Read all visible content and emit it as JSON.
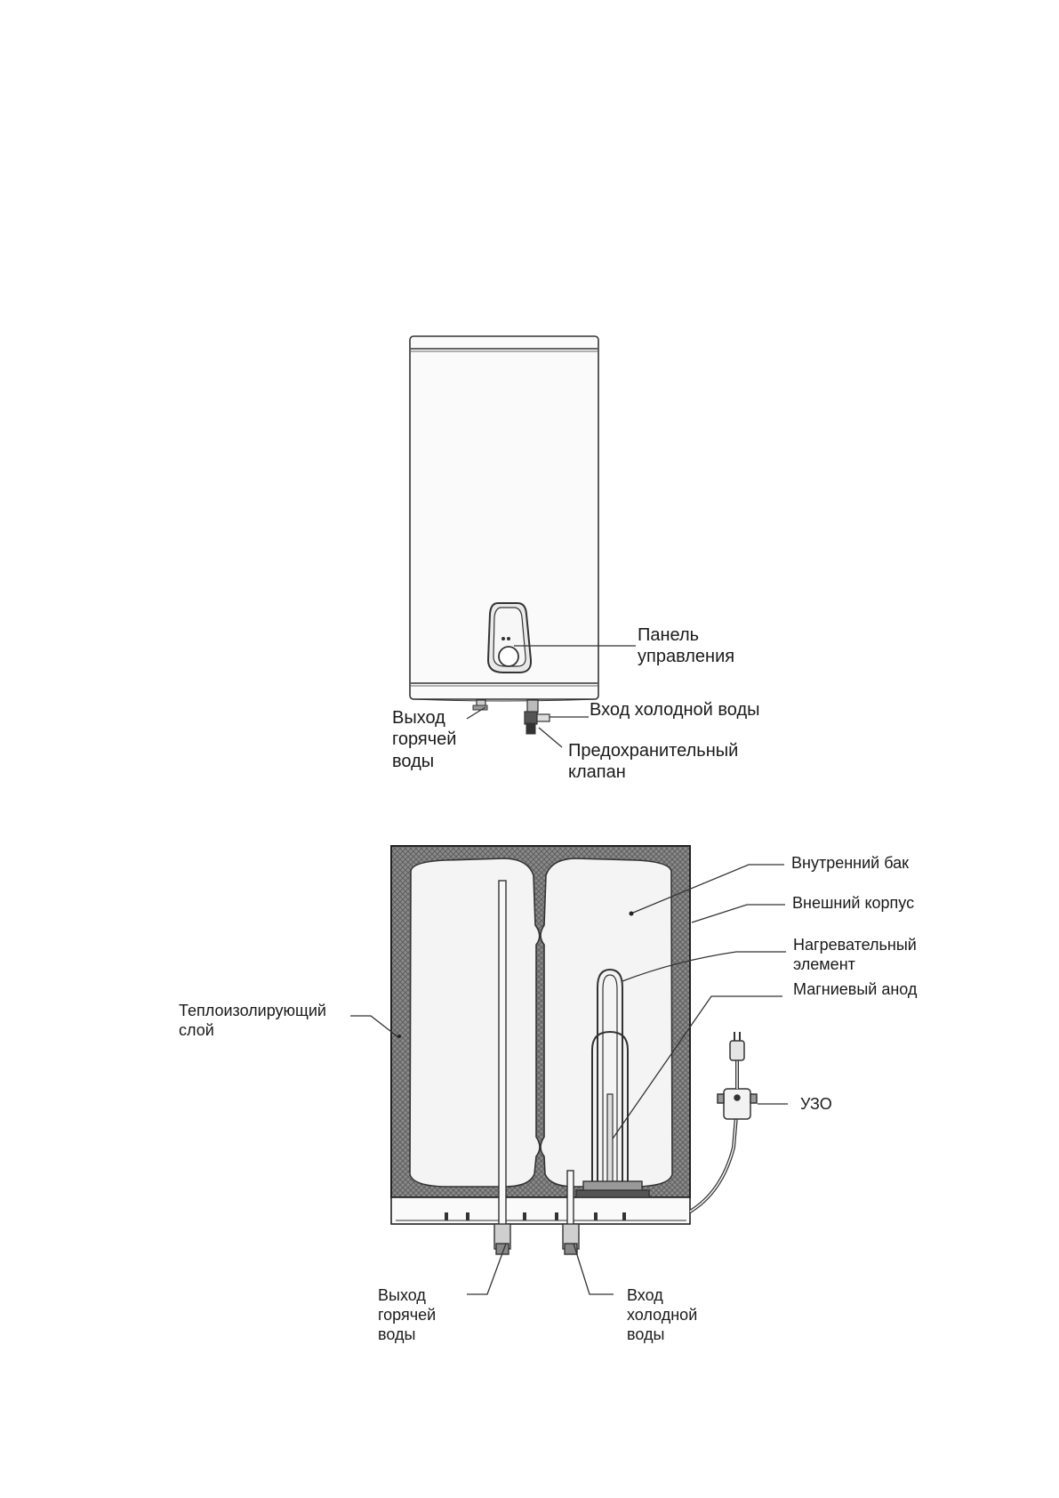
{
  "figure_top": {
    "control_panel": [
      "Панель",
      "управления"
    ],
    "hot_water_out": [
      "Выход",
      "горячей",
      "воды"
    ],
    "cold_water_in": [
      "Вход холодной воды"
    ],
    "safety_valve": [
      "Предохранительный",
      "клапан"
    ]
  },
  "figure_bottom": {
    "inner_tank": [
      "Внутренний бак"
    ],
    "outer_casing": [
      "Внешний корпус"
    ],
    "heating_element": [
      "Нагревательный",
      "элемент"
    ],
    "magnesium_anode": [
      "Магниевый анод"
    ],
    "insulation_layer": [
      "Теплоизолирующий",
      "слой"
    ],
    "rcd": [
      "УЗО"
    ],
    "hot_water_out": [
      "Выход",
      "горячей",
      "воды"
    ],
    "cold_water_in": [
      "Вход",
      "холодной",
      "воды"
    ]
  }
}
